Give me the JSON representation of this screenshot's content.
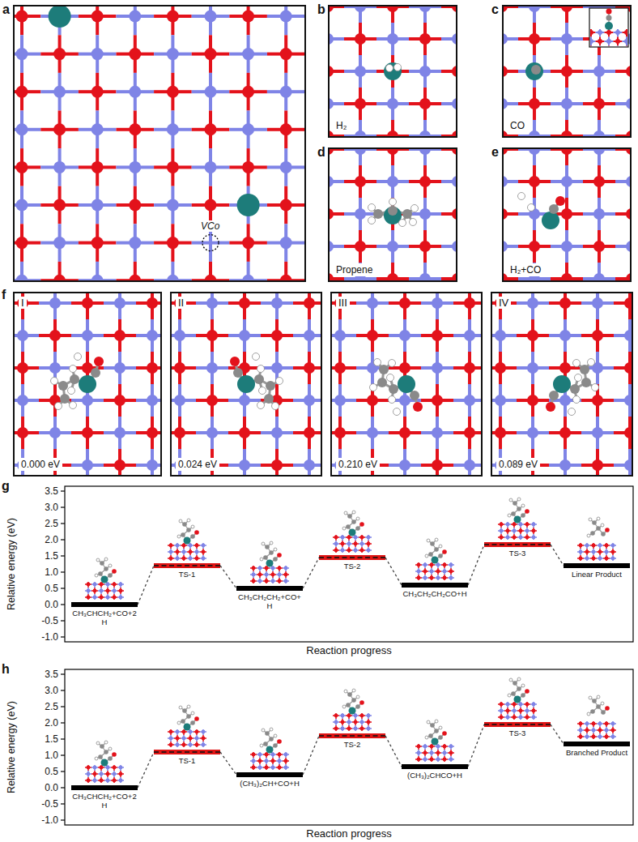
{
  "diagram": {
    "nodes": [
      {
        "text": [
          "a",
          "VCo"
        ]
      },
      {
        "text": [
          "b",
          "H₂"
        ]
      },
      {
        "text": [
          "c",
          "CO"
        ]
      },
      {
        "text": [
          "d",
          "Propene"
        ]
      },
      {
        "text": [
          "e",
          "H₂+CO"
        ]
      },
      {
        "text": [
          "I",
          "0.000 eV"
        ]
      },
      {
        "text": [
          "II",
          "0.024 eV"
        ]
      },
      {
        "text": [
          "III",
          "0.210 eV"
        ]
      },
      {
        "text": [
          "IV",
          "0.089 eV"
        ]
      },
      {
        "text": [
          "CH₃CHCH₂+CO+2H"
        ]
      },
      {
        "text": [
          "TS-1"
        ]
      },
      {
        "text": [
          "CH₃CH₂CH₂+CO+H"
        ]
      },
      {
        "text": [
          "TS-2"
        ]
      },
      {
        "text": [
          "CH₃CH₂CH₂CO+H"
        ]
      },
      {
        "text": [
          "TS-3"
        ]
      },
      {
        "text": [
          "Linear Product"
        ]
      },
      {
        "text": [
          "CH₃CHCH₂+CO+2H"
        ]
      },
      {
        "text": [
          "TS-1"
        ]
      },
      {
        "text": [
          "(CH₃)₂CH+CO+H"
        ]
      },
      {
        "text": [
          "TS-2"
        ]
      },
      {
        "text": [
          "(CH₃)₂CHCO+H"
        ]
      },
      {
        "text": [
          "TS-3"
        ]
      },
      {
        "text": [
          "Branched Product"
        ]
      }
    ],
    "edges": [
      {
        "from": 9,
        "to": 10,
        "arrow": "none"
      },
      {
        "from": 10,
        "to": 11,
        "arrow": "none"
      },
      {
        "from": 11,
        "to": 12,
        "arrow": "none"
      },
      {
        "from": 12,
        "to": 13,
        "arrow": "none"
      },
      {
        "from": 13,
        "to": 14,
        "arrow": "none"
      },
      {
        "from": 14,
        "to": 15,
        "arrow": "none"
      },
      {
        "from": 16,
        "to": 17,
        "arrow": "none"
      },
      {
        "from": 17,
        "to": 18,
        "arrow": "none"
      },
      {
        "from": 18,
        "to": 19,
        "arrow": "none"
      },
      {
        "from": 19,
        "to": 20,
        "arrow": "none"
      },
      {
        "from": 20,
        "to": 21,
        "arrow": "none"
      },
      {
        "from": 21,
        "to": 22,
        "arrow": "none"
      }
    ],
    "labels": [
      "f",
      "g",
      "3.5",
      "3.0",
      "2.5",
      "2.0",
      "1.5",
      "1.0",
      "0.5",
      "0.0",
      "-0.5",
      "-1.0",
      "Relative energy (eV)",
      "Reaction progress",
      "h",
      "3.5",
      "3.0",
      "2.5",
      "2.0",
      "1.5",
      "1.0",
      "0.5",
      "0.0",
      "-0.5",
      "-1.0",
      "Relative energy (eV)",
      "Reaction progress"
    ]
  }
}
